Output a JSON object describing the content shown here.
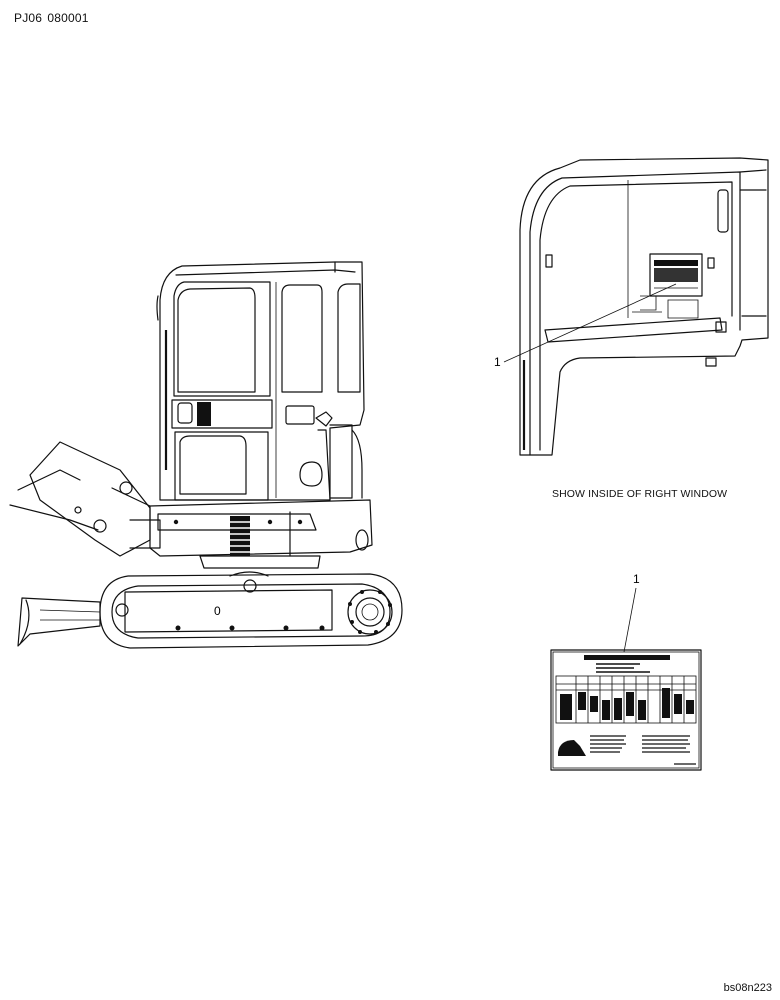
{
  "header": {
    "code": "PJ06  080001 "
  },
  "footer": {
    "ref": "bs08n223"
  },
  "caption": {
    "text": "SHOW INSIDE OF RIGHT WINDOW"
  },
  "callouts": {
    "cab_callout": "1",
    "decal_callout": "1",
    "track_mark": "0"
  }
}
